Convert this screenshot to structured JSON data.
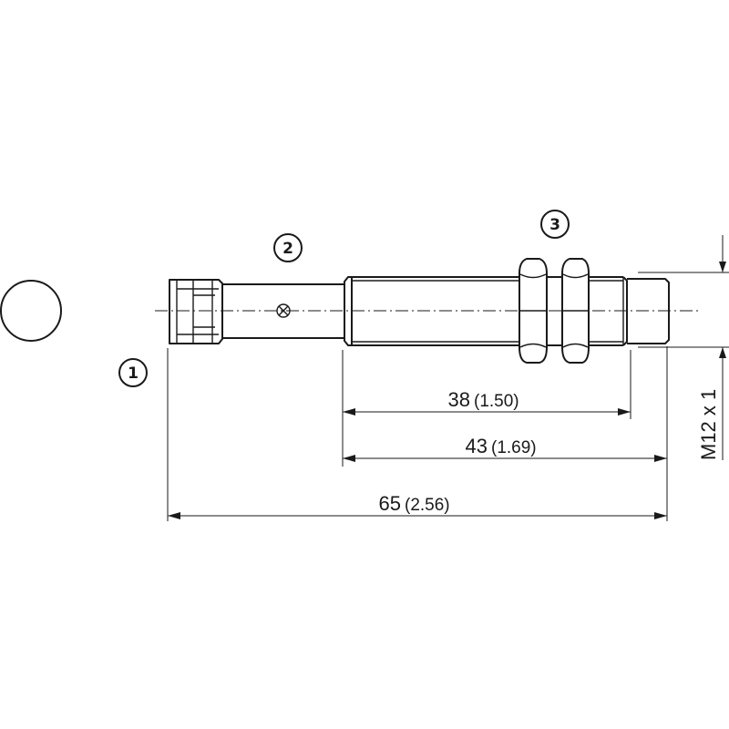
{
  "callouts": {
    "c1": "1",
    "c2": "2",
    "c3": "3"
  },
  "dimensions": {
    "d38": {
      "value": "38",
      "imperial": "(1.50)"
    },
    "d43": {
      "value": "43",
      "imperial": "(1.69)"
    },
    "d65": {
      "value": "65",
      "imperial": "(2.56)"
    },
    "thread": "M12 x 1"
  },
  "icons": {
    "indicator": "led-indicator-icon",
    "end_view": "front-face-circle-icon"
  },
  "colors": {
    "line": "#1a1a1a",
    "background": "#ffffff"
  }
}
